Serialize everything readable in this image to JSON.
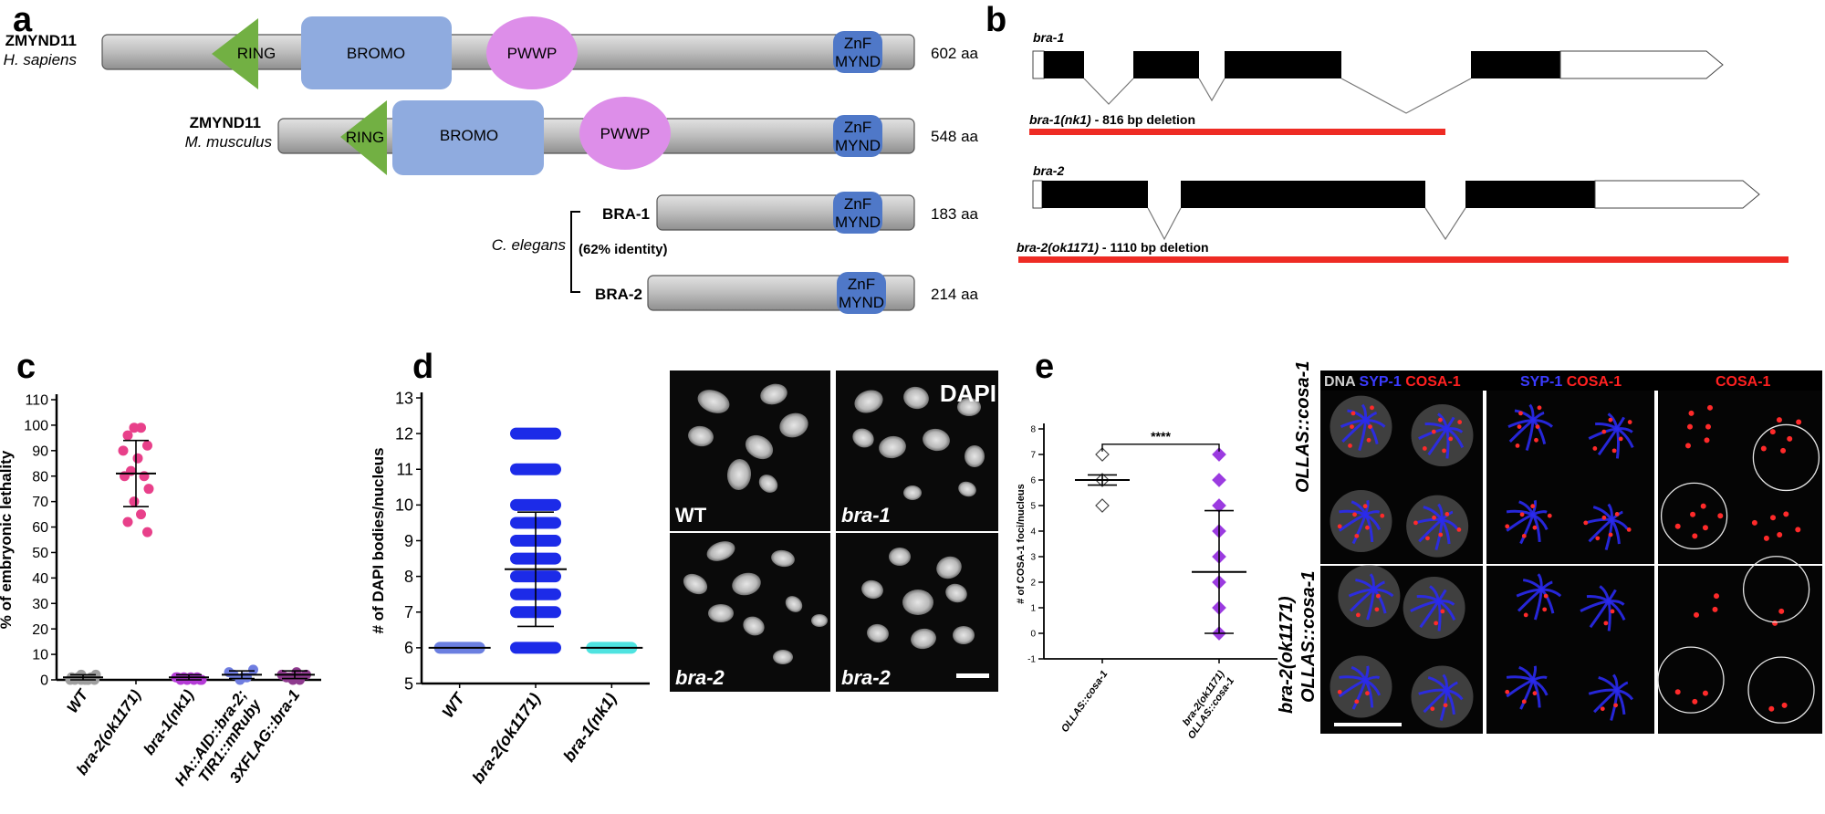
{
  "panel_labels": {
    "a": "a",
    "b": "b",
    "c": "c",
    "d": "d",
    "e": "e"
  },
  "panel_a": {
    "proteins": [
      {
        "name": "ZMYND11",
        "species": "H. sapiens",
        "length": "602 aa"
      },
      {
        "name": "ZMYND11",
        "species": "M. musculus",
        "length": "548 aa"
      },
      {
        "name": "BRA-1",
        "length": "183 aa"
      },
      {
        "name": "BRA-2",
        "length": "214 aa"
      }
    ],
    "domains": {
      "ring": "RING",
      "bromo": "BROMO",
      "pwwp": "PWWP",
      "znf": "ZnF",
      "mynd": "MYND"
    },
    "species_group": "C. elegans",
    "identity": "(62% identity)"
  },
  "panel_b": {
    "gene1": "bra-1",
    "deletion1_allele": "bra-1(nk1)",
    "deletion1_text": " - 816 bp deletion",
    "gene2": "bra-2",
    "deletion2_allele": "bra-2(ok1171)",
    "deletion2_text": " - 1110 bp deletion",
    "deletion_color": "#ee2b24",
    "exon_color": "#000000"
  },
  "chart_data": [
    {
      "type": "scatter",
      "panel": "c",
      "ylabel": "% of embryonic lethality",
      "ylim": [
        0,
        110
      ],
      "yticks": [
        0,
        10,
        20,
        30,
        40,
        50,
        60,
        70,
        80,
        90,
        100,
        110
      ],
      "categories": [
        "WT",
        "bra-2(ok1171)",
        "bra-1(nk1)",
        "HA::AID::bra-2;\nTIR1::mRuby",
        "3XFLAG::bra-1"
      ],
      "colors": [
        "#9e9e9e",
        "#e8408a",
        "#b43bd6",
        "#6f7de0",
        "#8e3a8e"
      ],
      "series": [
        {
          "values": [
            0,
            0,
            0,
            0,
            0,
            0,
            1,
            1,
            1,
            2,
            2,
            0
          ]
        },
        {
          "values": [
            99,
            99,
            96,
            92,
            90,
            87,
            82,
            80,
            80,
            75,
            70,
            65,
            62,
            58
          ]
        },
        {
          "values": [
            0,
            0,
            0,
            0,
            1,
            1,
            1,
            1,
            1,
            0
          ]
        },
        {
          "values": [
            0,
            1,
            2,
            4,
            3,
            1
          ]
        },
        {
          "values": [
            0,
            0,
            1,
            2,
            2,
            3,
            1
          ]
        }
      ],
      "means": [
        1,
        81,
        1,
        2,
        2
      ],
      "sd": [
        1,
        13,
        1,
        1.5,
        1.5
      ]
    },
    {
      "type": "scatter",
      "panel": "d",
      "ylabel": "# of DAPI bodies/nucleus",
      "ylim": [
        5,
        13
      ],
      "yticks": [
        5,
        6,
        7,
        8,
        9,
        10,
        11,
        12,
        13
      ],
      "categories": [
        "WT",
        "bra-2(ok1171)",
        "bra-1(nk1)"
      ],
      "colors": [
        "#6b7fe0",
        "#1c2be8",
        "#4fe3e0"
      ],
      "series": [
        {
          "values": [
            6
          ]
        },
        {
          "values": [
            6,
            7,
            7.5,
            8,
            8.5,
            9,
            9.5,
            10,
            11,
            12
          ]
        },
        {
          "values": [
            6
          ]
        }
      ],
      "means": [
        6,
        8.2,
        6
      ],
      "sd": [
        0,
        1.6,
        0
      ]
    },
    {
      "type": "scatter",
      "panel": "e",
      "ylabel": "# of COSA-1 foci/nucleus",
      "ylim": [
        -1,
        8
      ],
      "yticks": [
        -1,
        0,
        1,
        2,
        3,
        4,
        5,
        6,
        7,
        8
      ],
      "categories": [
        "OLLAS::cosa-1",
        "bra-2(ok1171)\nOLLAS::cosa-1"
      ],
      "colors": [
        "#8a8a8a",
        "#9b3be0"
      ],
      "series": [
        {
          "values": [
            7,
            6,
            5
          ]
        },
        {
          "values": [
            7,
            6,
            5,
            4,
            3,
            2,
            1,
            0
          ]
        }
      ],
      "means": [
        6,
        2.4
      ],
      "sd": [
        0.2,
        2.4
      ],
      "significance": "****"
    }
  ],
  "micrographs_d": {
    "header": "DAPI",
    "labels": [
      "WT",
      "bra-1",
      "bra-2",
      "bra-2"
    ]
  },
  "micrographs_e": {
    "col1": [
      {
        "t": "DNA",
        "c": "#cfcfcf"
      },
      {
        "t": " SYP-1",
        "c": "#3b3bff"
      },
      {
        "t": " COSA-1",
        "c": "#ff2020"
      }
    ],
    "col2": [
      {
        "t": "SYP-1",
        "c": "#3b3bff"
      },
      {
        "t": " COSA-1",
        "c": "#ff2020"
      }
    ],
    "col3": [
      {
        "t": "COSA-1",
        "c": "#ff2020"
      }
    ],
    "row1": "OLLAS::cosa-1",
    "row2a": "bra-2(ok1171)",
    "row2b": "OLLAS::cosa-1"
  }
}
